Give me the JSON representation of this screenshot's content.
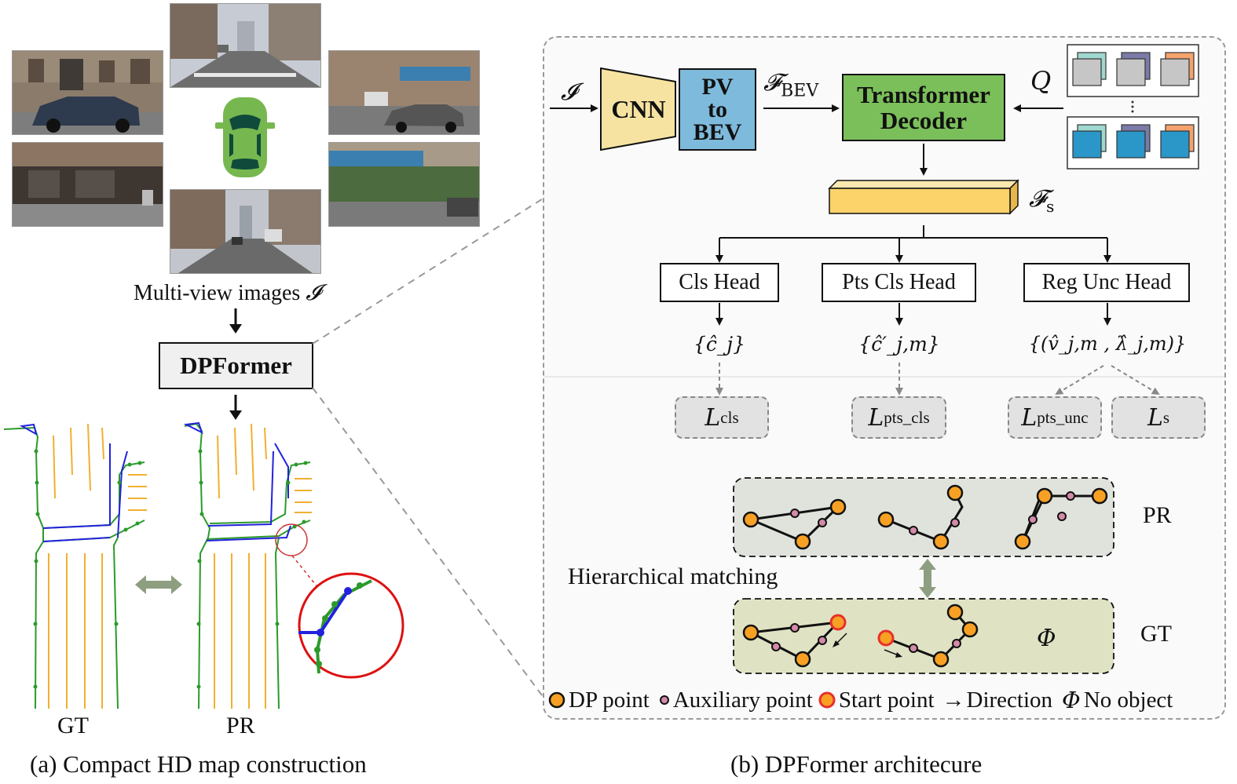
{
  "left_panel": {
    "multiview_caption": "Multi-view images",
    "multiview_symbol": "𝓘",
    "model_name": "DPFormer",
    "gt_label": "GT",
    "pr_label": "PR",
    "caption": "(a) Compact HD map construction"
  },
  "right_panel": {
    "input_symbol": "𝓘",
    "cnn_label": "CNN",
    "pv_to_bev_lines": [
      "PV",
      "to",
      "BEV"
    ],
    "bev_feature": "𝓕",
    "bev_sub": "BEV",
    "decoder_lines": [
      "Transformer",
      "Decoder"
    ],
    "query_symbol": "Q",
    "fs_symbol": "𝓕",
    "fs_sub": "s",
    "heads": [
      "Cls Head",
      "Pts Cls Head",
      "Reg Unc Head"
    ],
    "outputs": [
      "{ĉ_j}",
      "{ĉ′_j,m}",
      "{(v̂_j,m , λ̂_j,m)}"
    ],
    "losses": [
      {
        "main": "L",
        "sub": "cls"
      },
      {
        "main": "L",
        "sub": "pts_cls"
      },
      {
        "main": "L",
        "sub": "pts_unc"
      },
      {
        "main": "L",
        "sub": "s"
      }
    ],
    "pr_label": "PR",
    "gt_label": "GT",
    "matching_label": "Hierarchical matching",
    "phi_symbol": "Φ",
    "legend": {
      "dp_point": "DP point",
      "aux_point": "Auxiliary point",
      "start_point": "Start point",
      "direction_arrow": "→",
      "direction": "Direction",
      "phi": "Φ",
      "no_object": "No object"
    },
    "caption": "(b) DPFormer architecure"
  },
  "colors": {
    "cnn_fill": "#f7e3a1",
    "pv_bev_fill": "#7ebadb",
    "decoder_fill": "#7bbf5a",
    "fs_fill": "#fcd36a",
    "dp_point": "#f7a024",
    "aux_point": "#d48aa9",
    "start_ring": "#e8302a",
    "car": "#76b84f",
    "lane_green": "#2b9a2b",
    "lane_orange": "#f0b030",
    "lane_blue": "#2222dd",
    "loss_fill": "#e2e2e2",
    "pr_region": "#dfe3dc",
    "gt_region": "#dfe3c4",
    "match_arrow": "#8e9e80"
  }
}
